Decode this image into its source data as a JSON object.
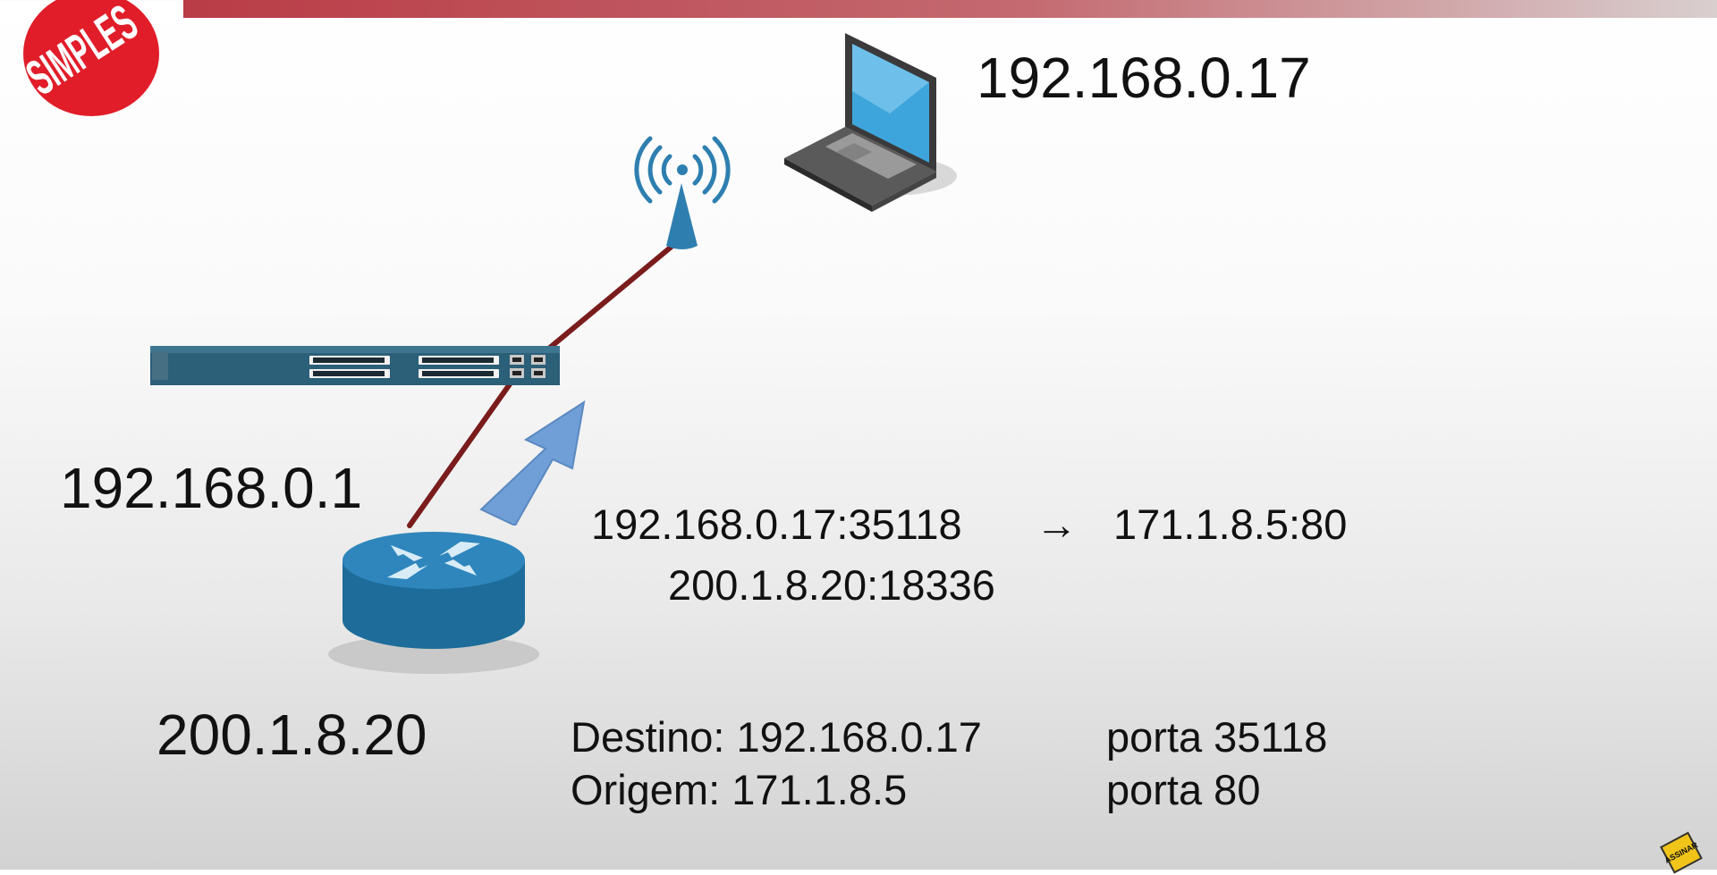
{
  "logo": {
    "text": "SIMPLES",
    "color": "#e11d2a"
  },
  "devices": {
    "laptop": {
      "icon": "laptop-icon",
      "ip": "192.168.0.17"
    },
    "access_point": {
      "icon": "wifi-antenna-icon"
    },
    "switch": {
      "icon": "network-switch-icon"
    },
    "router": {
      "icon": "router-icon",
      "lan_ip": "192.168.0.1",
      "wan_ip": "200.1.8.20"
    }
  },
  "nat_translation": {
    "source": "192.168.0.17:35118",
    "arrow": "→",
    "destination": "171.1.8.5:80",
    "translated_source": "200.1.8.20:18336"
  },
  "packet": {
    "destino": "Destino: 192.168.0.17",
    "destino_porta": "porta 35118",
    "origem": "Origem: 171.1.8.5",
    "origem_porta": "porta 80"
  },
  "badge": {
    "text": "ASSINAR"
  },
  "colors": {
    "cable": "#7a1c1c",
    "device_blue": "#2e7fb0",
    "arrow_blue": "#6f9fd6",
    "top_bar": "#b93c46"
  }
}
